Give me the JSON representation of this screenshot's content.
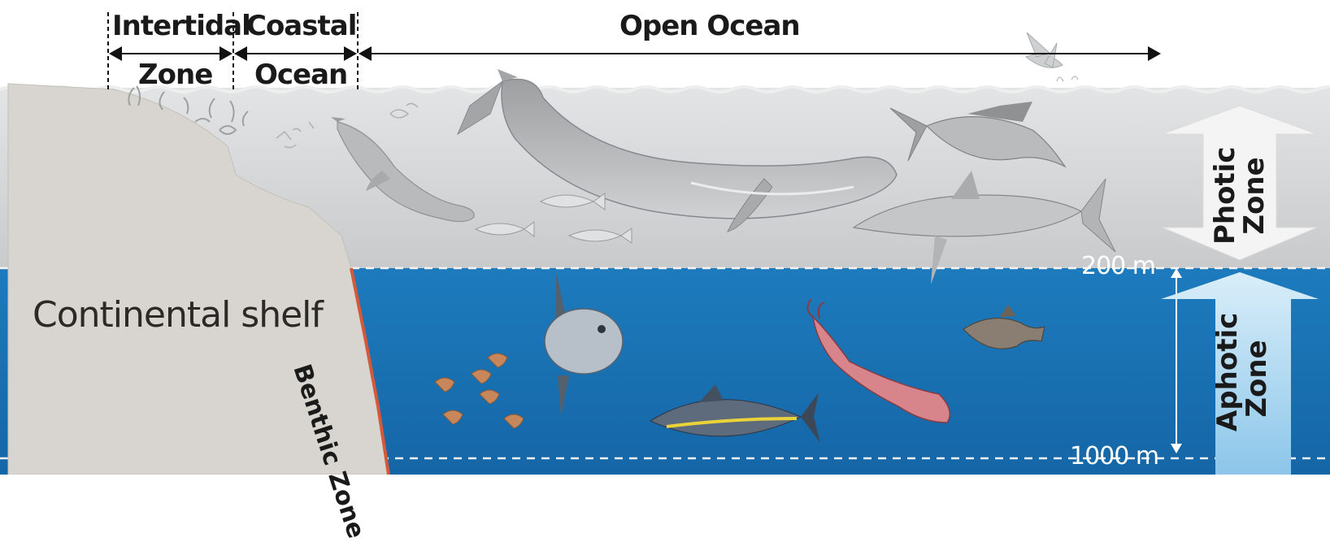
{
  "header": {
    "intertidal_line1": "Intertidal",
    "intertidal_line2": "Zone",
    "coastal_line1": "Coastal",
    "coastal_line2": "Ocean",
    "open_ocean": "Open Ocean"
  },
  "zones": {
    "photic_line1": "Photic",
    "photic_line2": "Zone",
    "aphotic_line1": "Aphotic",
    "aphotic_line2": "Zone"
  },
  "depths": {
    "depth_200": "200 m",
    "depth_1000": "1000 m"
  },
  "seafloor": {
    "continental_shelf": "Continental shelf",
    "benthic_zone": "Benthic Zone"
  },
  "colors": {
    "photic_water": "#d2d3d4",
    "aphotic_water": "#1873b4",
    "shelf": "#d8d5d0",
    "benthic_edge": "#d4583a",
    "arrow_light": "#f2f2f2",
    "arrow_blue": "#bfe0f3"
  },
  "icons": [
    "whale-icon",
    "sea-lion-icon",
    "marlin-icon",
    "shark-icon",
    "small-fish-icon",
    "flying-fish-icon",
    "sunfish-icon",
    "shrimp-icon",
    "tuna-icon",
    "squid-icon",
    "cod-icon",
    "seaweed-icon",
    "plankton-icon"
  ]
}
